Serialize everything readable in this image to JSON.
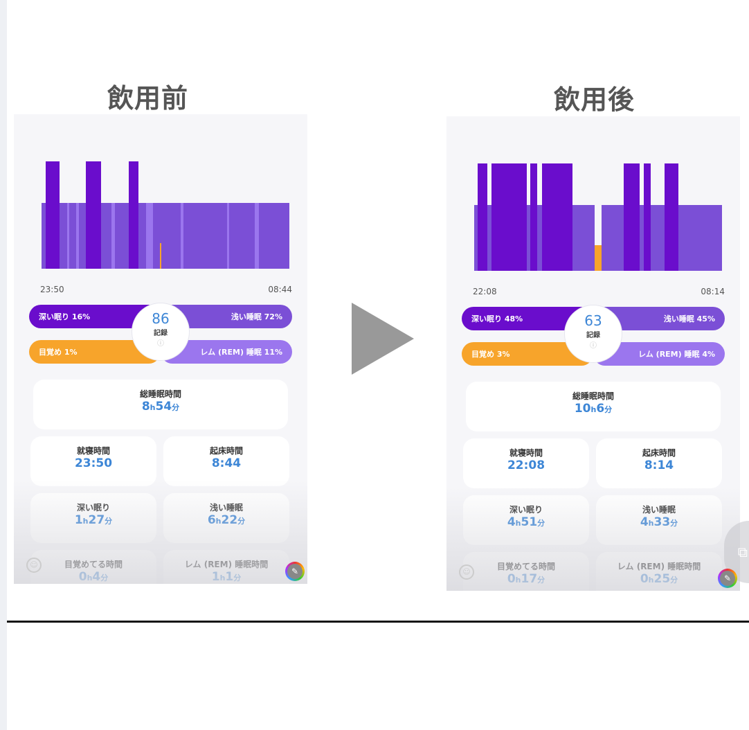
{
  "colors": {
    "deep": "#6a0dcc",
    "light": "#7b4fd6",
    "rem": "#9b76ee",
    "awake": "#f7a42b",
    "score": "#3d86d6"
  },
  "arrow_icon": "play-triangle-icon",
  "panels": [
    {
      "title": "飲用前",
      "start": "23:50",
      "end": "08:44",
      "total_minutes": 534,
      "score": "86",
      "score_label": "記録",
      "info_icon": "ⓘ",
      "pills": {
        "deep": "深い眠り 16%",
        "light": "浅い睡眠 72%",
        "awake": "目覚め 1%",
        "rem": "レム (REM) 睡眠 11%"
      },
      "total_label": "総睡眠時間",
      "total": {
        "h": "8",
        "m": "54"
      },
      "cards": [
        {
          "label": "就寝時間",
          "value": "23:50"
        },
        {
          "label": "起床時間",
          "value": "8:44"
        },
        {
          "label": "深い眠り",
          "h": "1",
          "m": "27"
        },
        {
          "label": "浅い睡眠",
          "h": "6",
          "m": "22"
        },
        {
          "label": "目覚めてる時間",
          "h": "0",
          "m": "4"
        },
        {
          "label": "レム (REM) 睡眠時間",
          "h": "1",
          "m": "1"
        }
      ],
      "segments": [
        {
          "stage": "light",
          "start": 0,
          "end": 534
        },
        {
          "stage": "deep",
          "start": 9,
          "end": 39
        },
        {
          "stage": "rem",
          "start": 55,
          "end": 60
        },
        {
          "stage": "rem",
          "start": 75,
          "end": 80
        },
        {
          "stage": "deep",
          "start": 96,
          "end": 129
        },
        {
          "stage": "rem",
          "start": 150,
          "end": 158
        },
        {
          "stage": "deep",
          "start": 188,
          "end": 209
        },
        {
          "stage": "rem",
          "start": 225,
          "end": 240
        },
        {
          "stage": "awake",
          "start": 255,
          "end": 258
        },
        {
          "stage": "rem",
          "start": 300,
          "end": 306
        },
        {
          "stage": "rem",
          "start": 400,
          "end": 404
        },
        {
          "stage": "rem",
          "start": 460,
          "end": 468
        }
      ]
    },
    {
      "title": "飲用後",
      "start": "22:08",
      "end": "08:14",
      "total_minutes": 606,
      "score": "63",
      "score_label": "記録",
      "info_icon": "ⓘ",
      "pills": {
        "deep": "深い眠り 48%",
        "light": "浅い睡眠 45%",
        "awake": "目覚め 3%",
        "rem": "レム (REM) 睡眠 4%"
      },
      "total_label": "総睡眠時間",
      "total": {
        "h": "10",
        "m": "6"
      },
      "cards": [
        {
          "label": "就寝時間",
          "value": "22:08"
        },
        {
          "label": "起床時間",
          "value": "8:14"
        },
        {
          "label": "深い眠り",
          "h": "4",
          "m": "51"
        },
        {
          "label": "浅い睡眠",
          "h": "4",
          "m": "33"
        },
        {
          "label": "目覚めてる時間",
          "h": "0",
          "m": "17"
        },
        {
          "label": "レム (REM) 睡眠時間",
          "h": "0",
          "m": "25"
        }
      ],
      "segments": [
        {
          "stage": "light",
          "start": 0,
          "end": 294
        },
        {
          "stage": "light",
          "start": 312,
          "end": 606
        },
        {
          "stage": "deep",
          "start": 8,
          "end": 32
        },
        {
          "stage": "deep",
          "start": 42,
          "end": 128
        },
        {
          "stage": "deep",
          "start": 137,
          "end": 154
        },
        {
          "stage": "deep",
          "start": 166,
          "end": 240
        },
        {
          "stage": "awake",
          "start": 294,
          "end": 312
        },
        {
          "stage": "deep",
          "start": 365,
          "end": 405
        },
        {
          "stage": "deep",
          "start": 414,
          "end": 431
        },
        {
          "stage": "deep",
          "start": 465,
          "end": 500
        }
      ]
    }
  ],
  "units": {
    "h": "h",
    "m": "分"
  },
  "fab_icon": "✎",
  "smile_icon": "☺",
  "overlay_icon": "⧉"
}
